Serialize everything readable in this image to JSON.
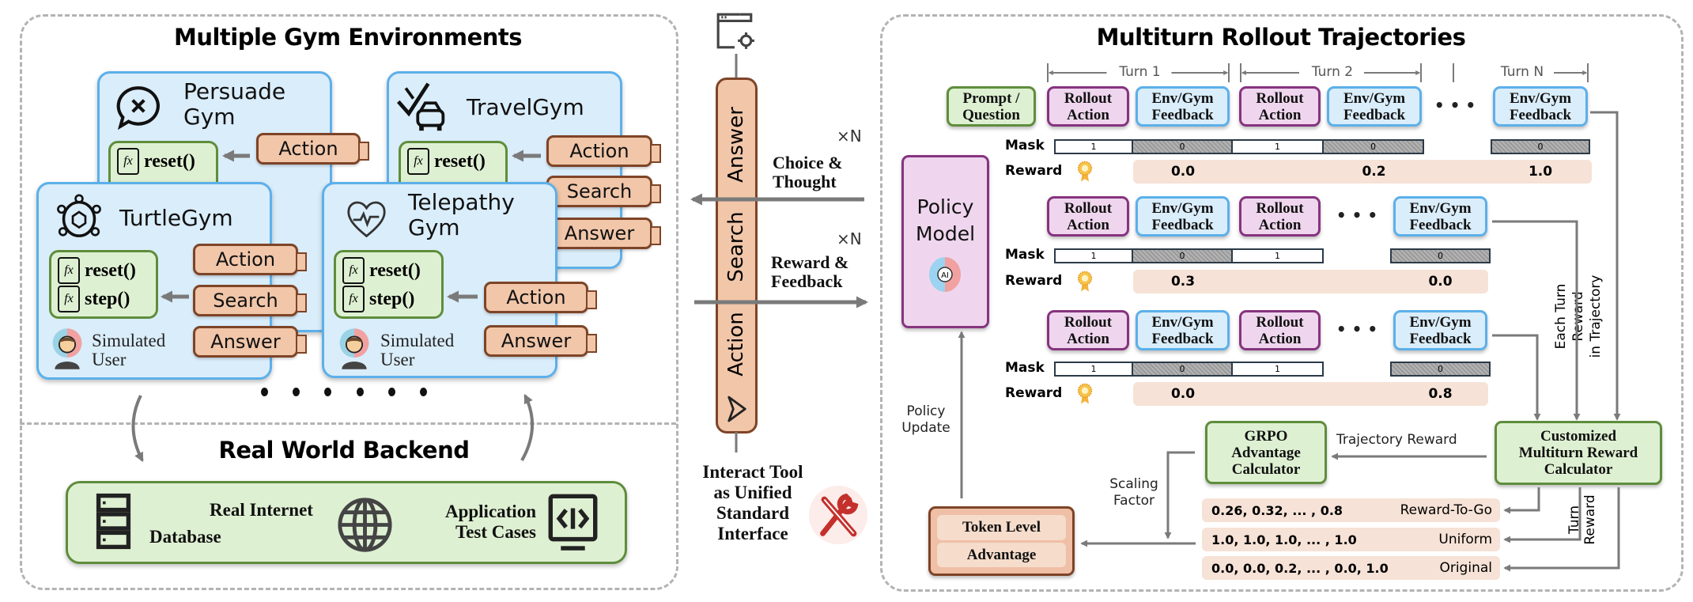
{
  "colors": {
    "gym_fill": "#daedfa",
    "gym_border": "#5cb0ea",
    "tool_fill": "#f1c6a9",
    "tool_border": "#7e4427",
    "function_fill": "#def0d2",
    "function_border": "#5f8d3c",
    "rollout_fill": "#efd6ee",
    "rollout_border": "#86347f",
    "reward_fill": "#f6e2d6",
    "arrow": "#7a7a7a"
  },
  "left_panel": {
    "title": "Multiple Gym Environments",
    "function_icon_label": "fx",
    "gyms": [
      {
        "name": "Persuade\nGym",
        "icon": "chat-x-icon",
        "functions": [
          "reset()"
        ],
        "tools": [
          "Action"
        ]
      },
      {
        "name": "TravelGym",
        "icon": "travel-check-icon",
        "functions": [
          "reset()"
        ],
        "tools": [
          "Action",
          "Search",
          "Answer"
        ]
      },
      {
        "name": "TurtleGym",
        "icon": "turtle-icon",
        "functions": [
          "reset()",
          "step()"
        ],
        "tools": [
          "Action",
          "Search",
          "Answer"
        ],
        "user": "Simulated\nUser"
      },
      {
        "name": "Telepathy\nGym",
        "icon": "heart-pulse-icon",
        "functions": [
          "reset()",
          "step()"
        ],
        "tools": [
          "Action",
          "Answer"
        ],
        "user": "Simulated\nUser"
      }
    ],
    "backend": {
      "title": "Real World Backend",
      "items": [
        {
          "label": "Database",
          "icon": "database-icon"
        },
        {
          "label": "Real Internet",
          "icon": "globe-icon"
        },
        {
          "label": "Application\nTest Cases",
          "icon": "code-monitor-icon"
        }
      ]
    }
  },
  "interface": {
    "tools": [
      "Answer",
      "Search",
      "Action"
    ],
    "repeat_top": "×N",
    "repeat_bottom": "×N",
    "choice_label": "Choice &\nThought",
    "reward_label": "Reward &\nFeedback",
    "caption": "Interact Tool\nas Unified\nStandard\nInterface"
  },
  "right_panel": {
    "title": "Multiturn Rollout Trajectories",
    "turns": [
      "Turn 1",
      "Turn 2",
      "Turn N"
    ],
    "prompt": "Prompt /\nQuestion",
    "rollout_label": "Rollout\nAction",
    "feedback_label": "Env/Gym\nFeedback",
    "ellipsis": "• • •",
    "mask_label": "Mask",
    "reward_label": "Reward",
    "trajectories": [
      {
        "mask_groups": [
          [
            1,
            0,
            1,
            0
          ],
          [
            0
          ]
        ],
        "rewards": [
          "0.0",
          "0.2",
          "1.0"
        ]
      },
      {
        "mask_groups": [
          [
            1,
            0,
            1
          ],
          [
            0
          ]
        ],
        "rewards": [
          "0.3",
          "0.0"
        ]
      },
      {
        "mask_groups": [
          [
            1,
            0,
            1
          ],
          [
            0
          ]
        ],
        "rewards": [
          "0.0",
          "0.8"
        ]
      }
    ],
    "policy_model": "Policy\nModel",
    "ai_icon_label": "AI",
    "policy_update": "Policy\nUpdate",
    "each_turn_reward": "Each Turn Reward\nin Trajectory",
    "trajectory_reward": "Trajectory Reward",
    "grpo": "GRPO\nAdvantage\nCalculator",
    "reward_calculator": "Customized\nMultiturn Reward\nCalculator",
    "scaling_factor": "Scaling\nFactor",
    "turn_reward": "Turn\nReward",
    "token_advantage": [
      "Token Level",
      "Advantage"
    ],
    "reward_schemes": [
      {
        "values": "0.26, 0.32, ... , 0.8",
        "name": "Reward-To-Go"
      },
      {
        "values": "1.0, 1.0, 1.0, ... , 1.0",
        "name": "Uniform"
      },
      {
        "values": "0.0, 0.0, 0.2, ... , 0.0, 1.0",
        "name": "Original"
      }
    ]
  }
}
